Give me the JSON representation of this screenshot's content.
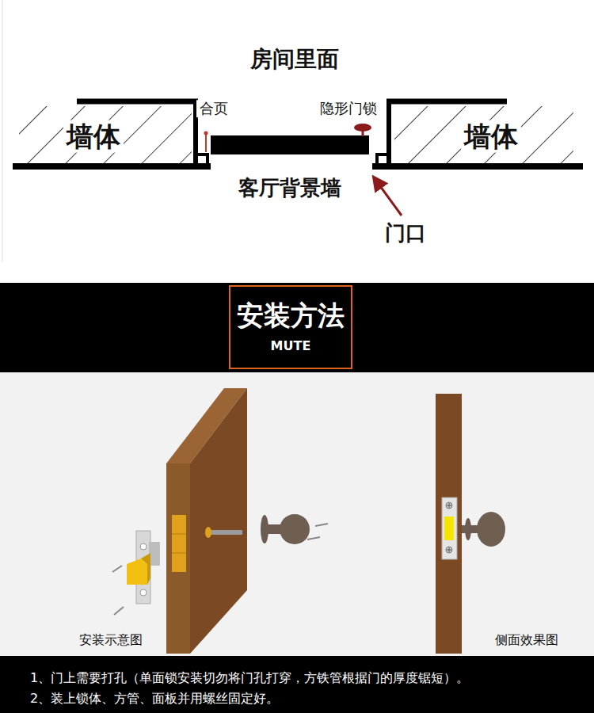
{
  "diagram": {
    "nodes": [
      {
        "text": [
          "安装方法",
          "MUTE"
        ]
      },
      {
        "text": [
          "1、门上需要打孔（单面锁安装切勿将门孔打穿，方铁管根据门的厚度锯短）。",
          "2、装上锁体、方管、面板并用螺丝固定好。"
        ]
      }
    ],
    "labels": [
      "房间里面",
      "合页",
      "隐形门锁",
      "墙体",
      "墙体",
      "客厅背景墙",
      "门口",
      "安装示意图",
      "侧面效果图"
    ]
  }
}
